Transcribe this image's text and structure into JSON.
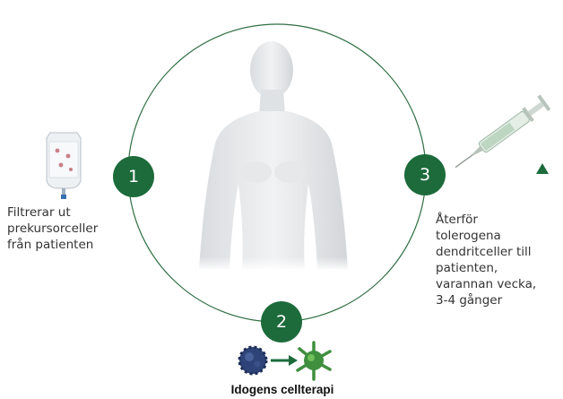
{
  "colors": {
    "accent": "#1d6b3b",
    "cycle_line": "#2f6e43",
    "marker": "#1d6b3b"
  },
  "steps": [
    {
      "number": "1",
      "text": "Filtrerar ut\nprekursorceller\nfrån patienten",
      "icon": "iv-bag-icon"
    },
    {
      "number": "2",
      "text": "Idogens cellterapi",
      "icon": "cell-transformation-icon"
    },
    {
      "number": "3",
      "text": "Återför\ntolerogena\ndendritceller till\npatienten,\nvarannan vecka,\n3-4 gånger",
      "icon": "syringe-icon"
    }
  ],
  "center": {
    "icon": "human-body-icon"
  }
}
